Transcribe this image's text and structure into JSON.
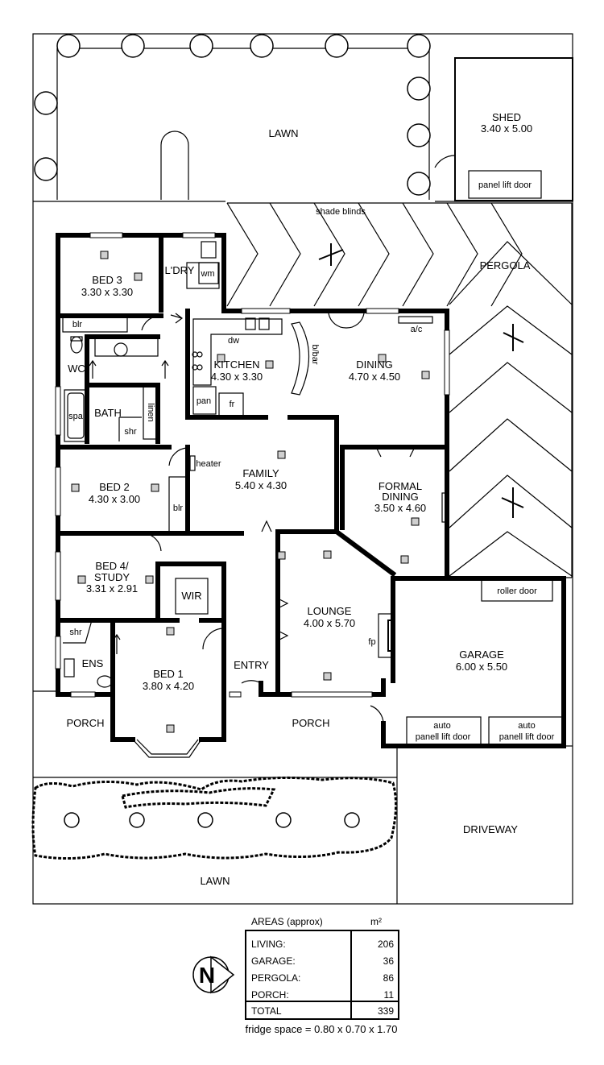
{
  "rooms": {
    "lawn_top": {
      "name": "LAWN"
    },
    "shed": {
      "name": "SHED",
      "size": "3.40 x 5.00",
      "door": "panel lift door"
    },
    "shade_blinds": "shade blinds",
    "pergola": "PERGOLA",
    "bed3": {
      "name": "BED 3",
      "size": "3.30 x 3.30",
      "robe": "blr"
    },
    "laundry": {
      "name": "L'DRY",
      "wm": "wm"
    },
    "kitchen": {
      "name": "KITCHEN",
      "size": "4.30 x 3.30",
      "dw": "dw",
      "pan": "pan",
      "fr": "fr",
      "bbar": "b/bar"
    },
    "dining": {
      "name": "DINING",
      "size": "4.70 x 4.50",
      "ac": "a/c"
    },
    "wc": "WC",
    "bath": {
      "name": "BATH",
      "spa": "spa",
      "shr": "shr",
      "linen": "linen"
    },
    "bed2": {
      "name": "BED 2",
      "size": "4.30 x 3.00",
      "robe": "blr"
    },
    "family": {
      "name": "FAMILY",
      "size": "5.40 x 4.30",
      "heater": "heater"
    },
    "formal_dining": {
      "name_1": "FORMAL",
      "name_2": "DINING",
      "size": "3.50 x 4.60"
    },
    "bed4": {
      "name_1": "BED 4/",
      "name_2": "STUDY",
      "size": "3.31 x 2.91"
    },
    "wir": "WIR",
    "lounge": {
      "name": "LOUNGE",
      "size": "4.00 x 5.70",
      "fp": "fp"
    },
    "garage": {
      "name": "GARAGE",
      "size": "6.00 x 5.50",
      "roller": "roller door",
      "door_line1": "auto",
      "door_line2": "panell lift door"
    },
    "ens": {
      "name": "ENS",
      "shr": "shr"
    },
    "bed1": {
      "name": "BED 1",
      "size": "3.80 x 4.20"
    },
    "entry": "ENTRY",
    "porch_left": "PORCH",
    "porch_front": "PORCH",
    "driveway": "DRIVEWAY",
    "lawn_bottom": "LAWN"
  },
  "areas_table": {
    "header": "AREAS (approx)",
    "unit": "m²",
    "rows": [
      {
        "label": "LIVING:",
        "value": "206"
      },
      {
        "label": "GARAGE:",
        "value": "36"
      },
      {
        "label": "PERGOLA:",
        "value": "86"
      },
      {
        "label": "PORCH:",
        "value": "11"
      }
    ],
    "total": {
      "label": "TOTAL",
      "value": "339"
    }
  },
  "north_label": "N",
  "footnote": "fridge space = 0.80 x 0.70 x 1.70",
  "icons": [
    "tree-icon",
    "shrub-icon",
    "ceiling-fan-icon",
    "north-arrow-icon"
  ]
}
